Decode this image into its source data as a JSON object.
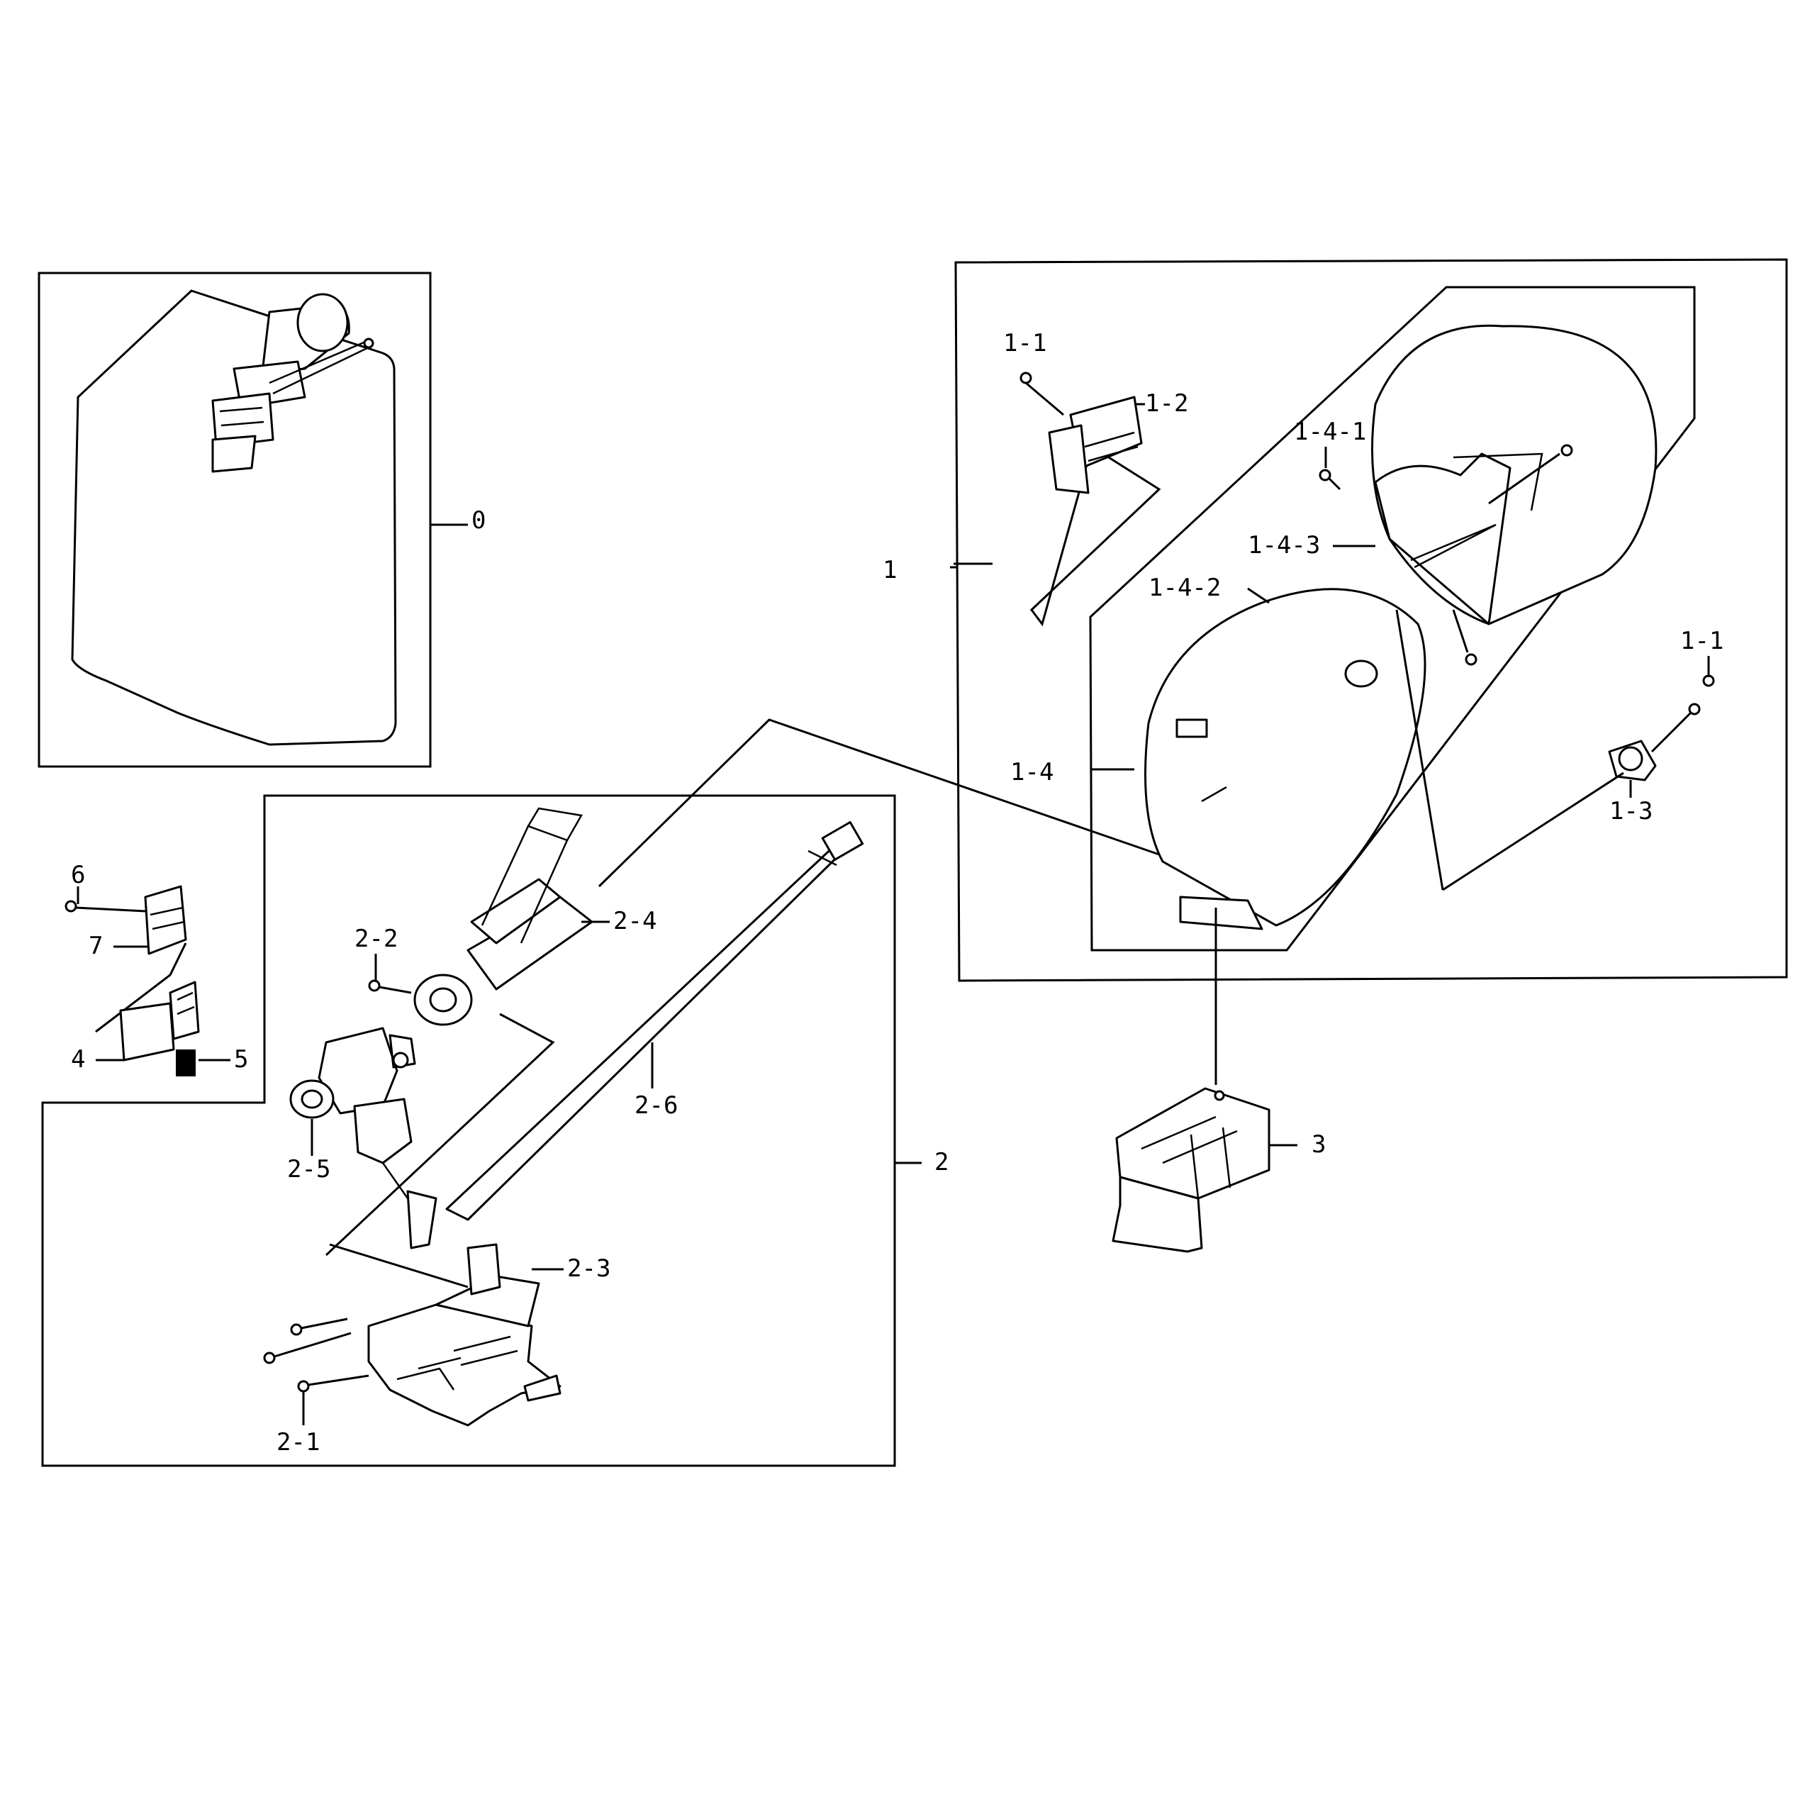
{
  "labels": {
    "l0": "0",
    "l1": "1",
    "l1_1a": "1-1",
    "l1_1b": "1-1",
    "l1_2": "1-2",
    "l1_3": "1-3",
    "l1_4": "1-4",
    "l1_4_1": "1-4-1",
    "l1_4_2": "1-4-2",
    "l1_4_3": "1-4-3",
    "l2": "2",
    "l2_1": "2-1",
    "l2_2": "2-2",
    "l2_3": "2-3",
    "l2_4": "2-4",
    "l2_5": "2-5",
    "l2_6": "2-6",
    "l3": "3",
    "l4": "4",
    "l5": "5",
    "l6": "6",
    "l7": "7"
  }
}
